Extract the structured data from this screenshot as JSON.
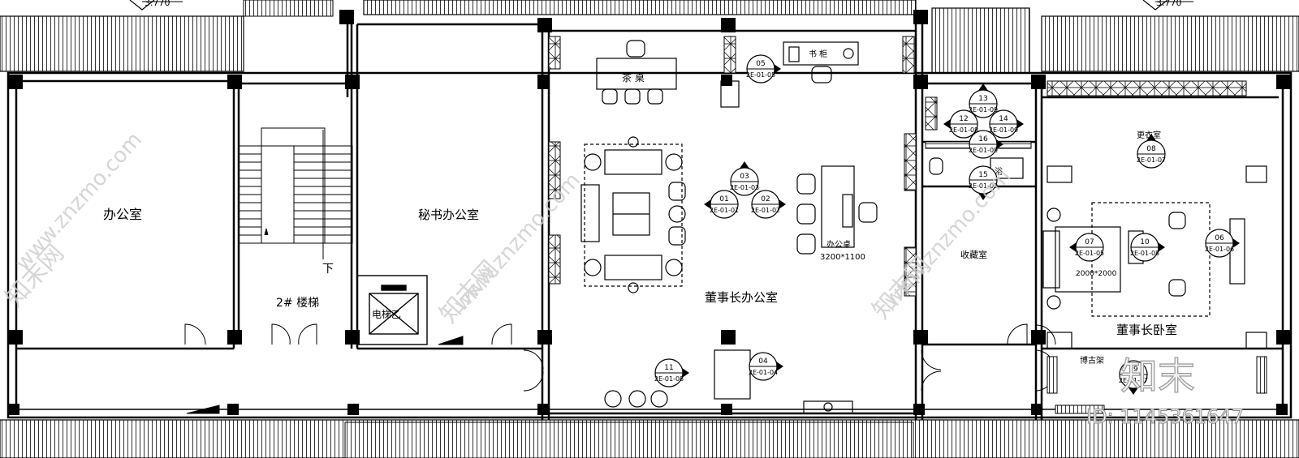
{
  "levels": {
    "left": "3.770",
    "right": "3.770"
  },
  "rooms": {
    "office": "办公室",
    "secretary_office": "秘书办公室",
    "stair": "2# 楼梯",
    "stair_down": "下",
    "elevator": "电梯乙",
    "chairman_office": "董事长办公室",
    "tea_table": "茶 桌",
    "desk": "办公桌",
    "desk_size": "3200*1100",
    "collection": "收藏室",
    "dressing": "更衣室",
    "shower": "淋 浴",
    "chairman_bedroom": "董事长卧室",
    "bed_size": "2000*2000",
    "shelf": "博古架",
    "cabinet": "书 柜"
  },
  "callouts": [
    {
      "num": "05",
      "ref": "2E-01-05"
    },
    {
      "num": "03",
      "ref": "2E-01-03"
    },
    {
      "num": "01",
      "ref": "2E-01-01"
    },
    {
      "num": "02",
      "ref": "2E-01-02"
    },
    {
      "num": "11",
      "ref": "2E-01-08"
    },
    {
      "num": "04",
      "ref": "2E-01-04"
    },
    {
      "num": "13",
      "ref": "2E-01-09"
    },
    {
      "num": "12",
      "ref": "2E-01-08"
    },
    {
      "num": "14",
      "ref": "2E-01-09"
    },
    {
      "num": "16",
      "ref": "2E-01-09"
    },
    {
      "num": "15",
      "ref": "2E-01-09"
    },
    {
      "num": "08",
      "ref": "2E-01-07"
    },
    {
      "num": "07",
      "ref": "2E-01-05"
    },
    {
      "num": "10",
      "ref": "2E-01-08"
    },
    {
      "num": "06",
      "ref": "2E-01-06"
    },
    {
      "num": "09",
      "ref": "2E-01-07"
    }
  ],
  "watermark": {
    "site": "www.znzmo.com",
    "brand": "知末网",
    "logo": "知末",
    "id": "ID: 1145361647"
  }
}
